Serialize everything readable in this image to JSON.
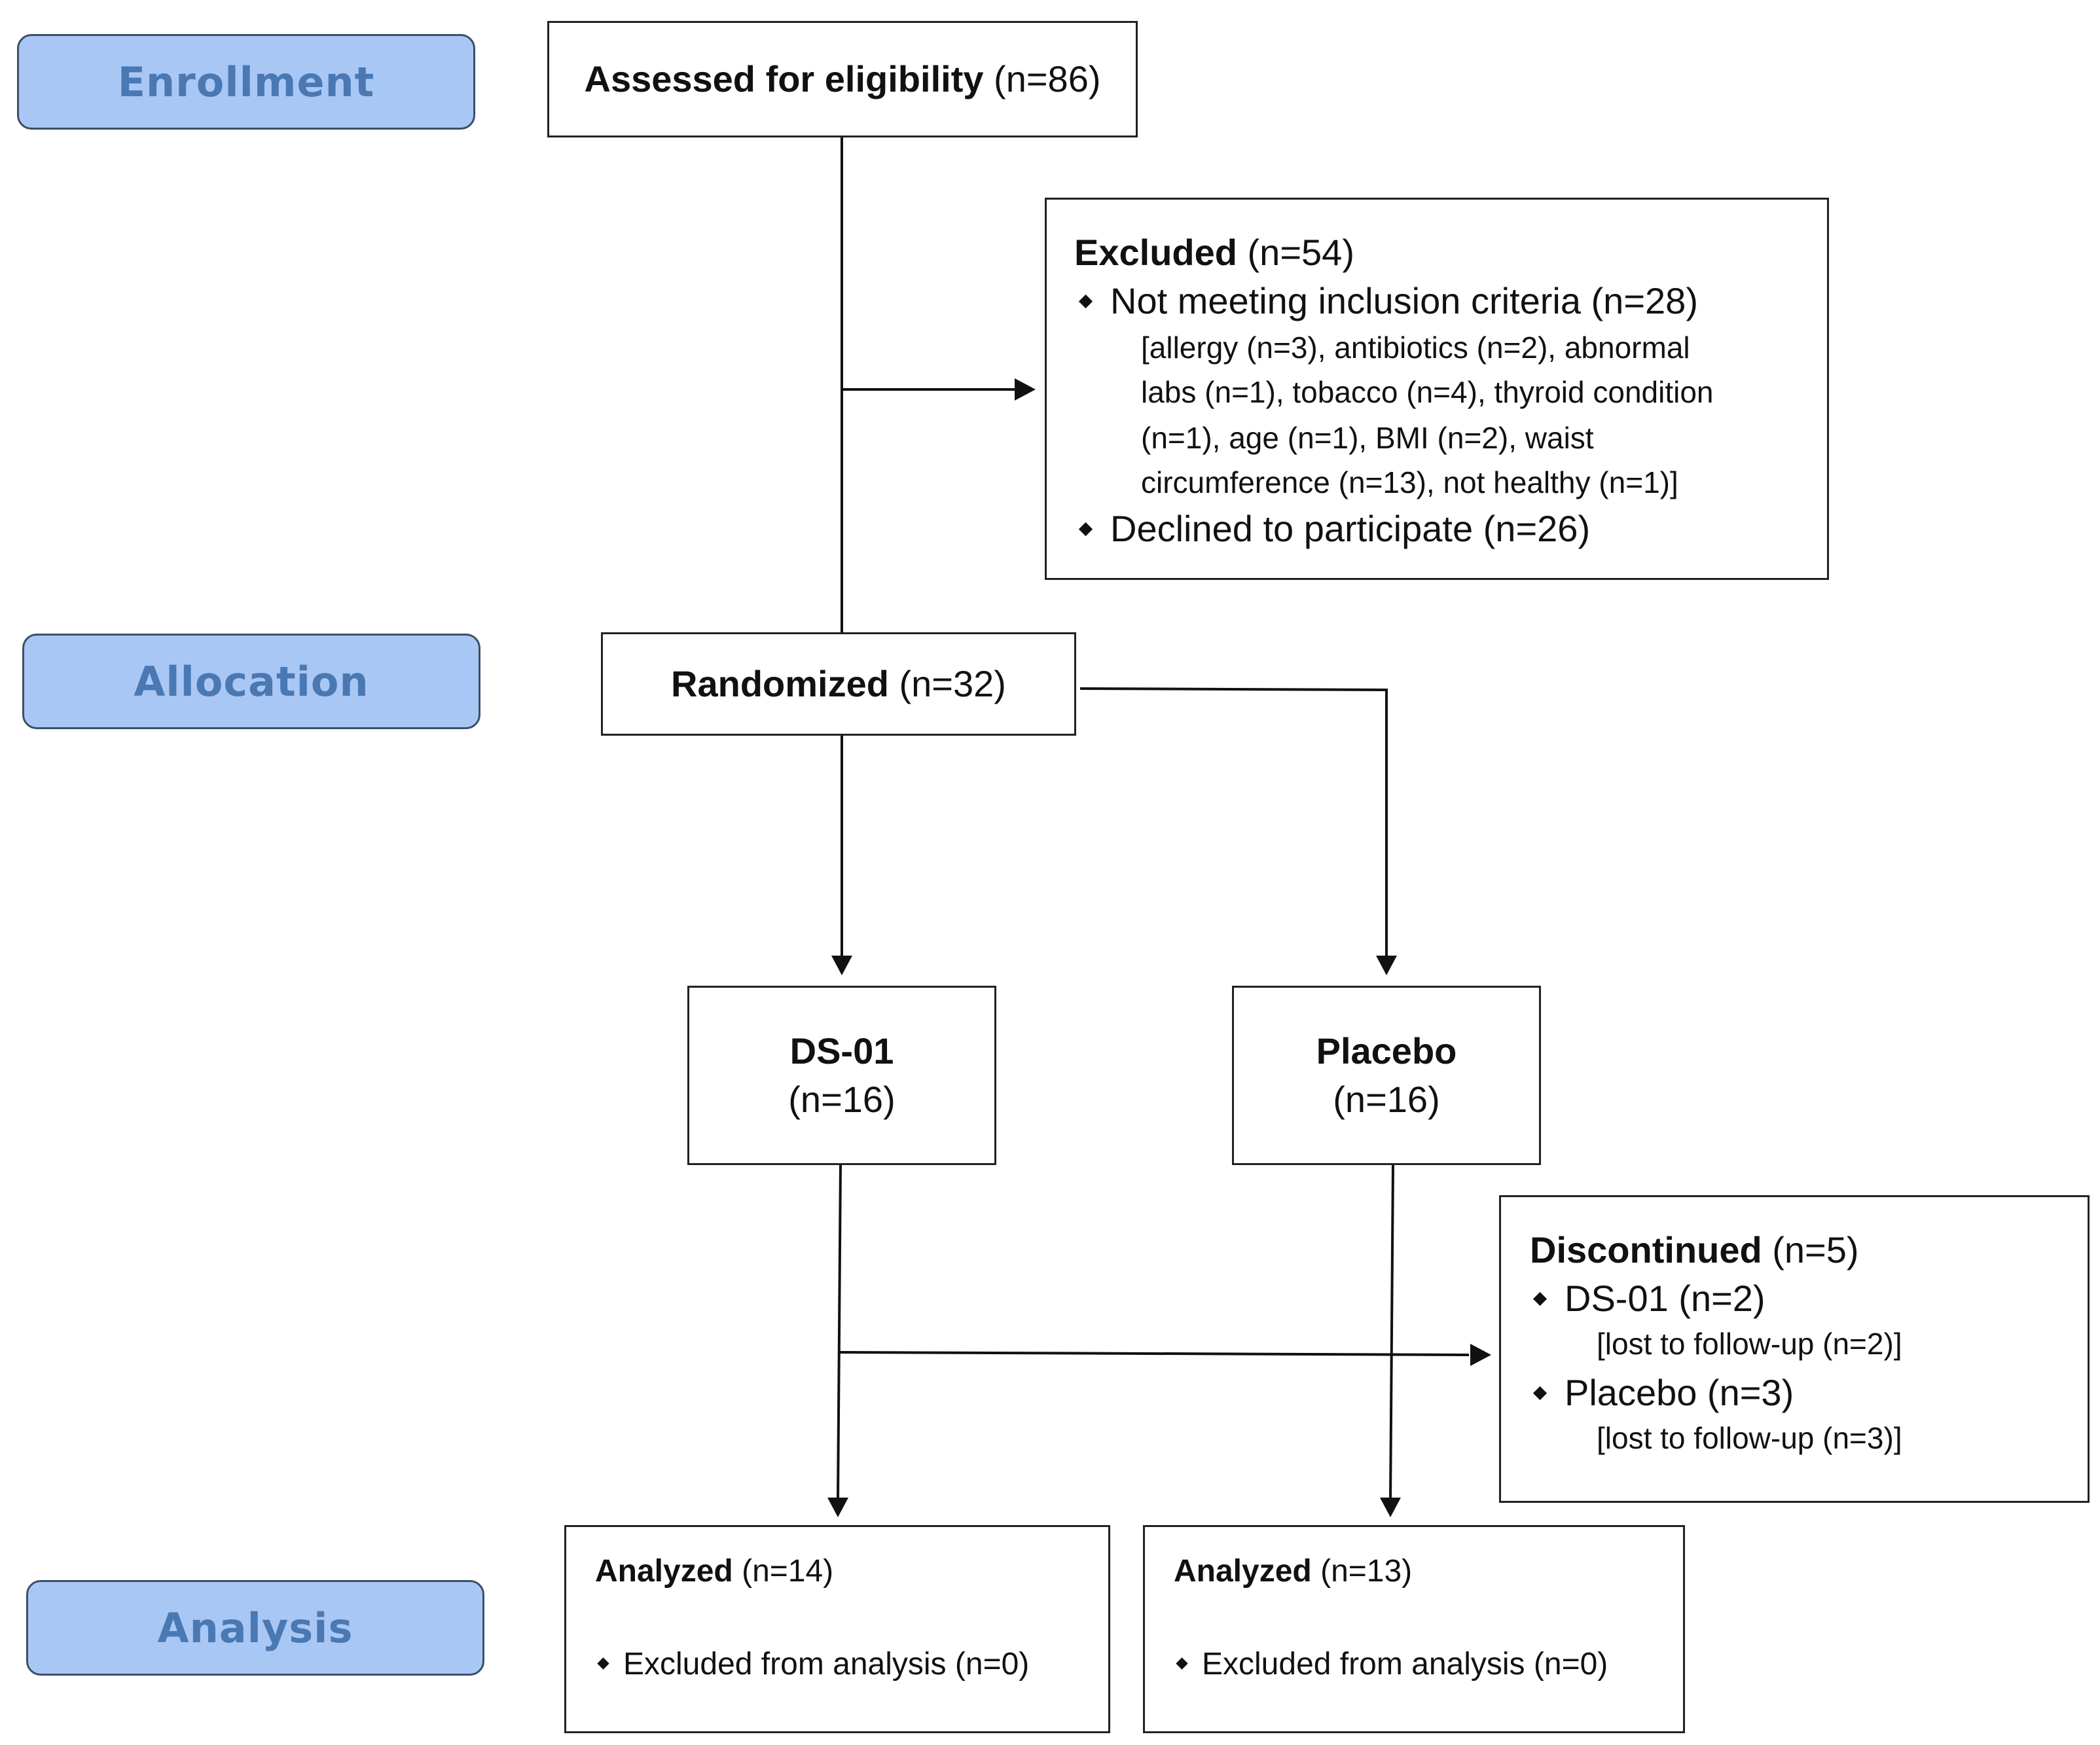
{
  "stages": {
    "enrollment": "Enrollment",
    "allocation": "Allocation",
    "analysis": "Analysis"
  },
  "assessed": {
    "label": "Assessed for eligibility",
    "count": "(n=86)"
  },
  "excluded": {
    "label": "Excluded",
    "count": "(n=54)",
    "items": [
      {
        "text": "Not meeting inclusion criteria (n=28)",
        "details": [
          "[allergy (n=3), antibiotics (n=2), abnormal",
          "labs (n=1), tobacco (n=4), thyroid condition",
          "(n=1), age (n=1), BMI (n=2), waist",
          "circumference (n=13), not healthy (n=1)]"
        ]
      },
      {
        "text": "Declined to participate (n=26)"
      }
    ]
  },
  "randomized": {
    "label": "Randomized",
    "count": "(n=32)"
  },
  "arms": [
    {
      "label": "DS-01",
      "count": "(n=16)"
    },
    {
      "label": "Placebo",
      "count": "(n=16)"
    }
  ],
  "discontinued": {
    "label": "Discontinued",
    "count": "(n=5)",
    "items": [
      {
        "text": "DS-01 (n=2)",
        "detail": "[lost to follow-up (n=2)]"
      },
      {
        "text": "Placebo (n=3)",
        "detail": "[lost to follow-up (n=3)]"
      }
    ]
  },
  "analyzed": [
    {
      "label": "Analyzed",
      "count": "(n=14)",
      "excluded": "Excluded from analysis (n=0)"
    },
    {
      "label": "Analyzed",
      "count": "(n=13)",
      "excluded": "Excluded from analysis (n=0)"
    }
  ],
  "colors": {
    "stage_fill": "#a9c7f5",
    "stage_text": "#4a78b3",
    "stage_border": "#3d4f66",
    "line": "#111111"
  }
}
